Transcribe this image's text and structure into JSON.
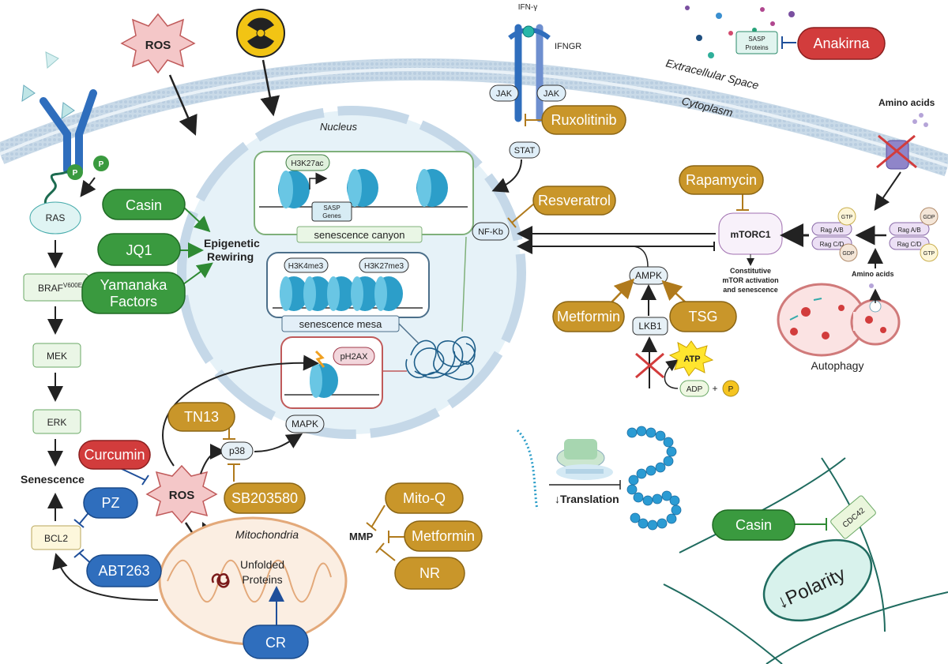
{
  "colors": {
    "gold": "#c9962a",
    "green": "#3a9a3f",
    "red": "#d23c3c",
    "blue": "#2f6ebd",
    "nucleus_fill": "#e8f3f8",
    "membrane": "#b8cfe0"
  },
  "icons": [
    "radiation-icon",
    "ros-burst-icon",
    "receptor-icon",
    "transporter-icon",
    "ribosome-icon",
    "mitochondria-icon",
    "lysosome-icon"
  ],
  "regions": {
    "extracellular": "Extracellular Space",
    "cytoplasm": "Cytoplasm",
    "nucleus": "Nucleus",
    "mitochondria": "Mitochondria",
    "autophagy": "Autophagy",
    "mmp": "MMP",
    "epigenetic": "Epigenetic Rewiring",
    "translation": "Translation",
    "polarity": "Polarity"
  },
  "stress": {
    "ros_top": "ROS",
    "ros_mito": "ROS"
  },
  "receptor": {
    "ifn": "IFN-γ",
    "ifngr": "IFNGR",
    "jak1": "JAK",
    "jak2": "JAK",
    "stat": "STAT",
    "nfkb": "NF-Kb"
  },
  "ras_path": {
    "p": "P",
    "ras": "RAS",
    "braf": "BRAF",
    "braf_sup": "V600E",
    "mek": "MEK",
    "erk": "ERK",
    "senescence": "Senescence",
    "bcl2": "BCL2"
  },
  "nucleus": {
    "h3k27ac": "H3K27ac",
    "sasp_genes": "SASP Genes",
    "canyon": "senescence canyon",
    "h3k4me3": "H3K4me3",
    "h3k27me3": "H3K27me3",
    "mesa": "senescence mesa",
    "ph2ax": "pH2AX",
    "mapk": "MAPK"
  },
  "kinases": {
    "p38": "p38",
    "ampk": "AMPK",
    "lkb1": "LKB1",
    "mtorc1": "mTORC1",
    "atp": "ATP",
    "adp": "ADP",
    "plus": "+",
    "pi": "P"
  },
  "mtor_note": [
    "Constitutive",
    "mTOR activation",
    "and senescence"
  ],
  "rag": {
    "rag_ab": "Rag A/B",
    "rag_cd": "Rag C/D",
    "gtp": "GTP",
    "gdp": "GDP",
    "amino_acids": "Amino acids"
  },
  "sasp": {
    "proteins": [
      "SASP",
      "Proteins"
    ]
  },
  "mito": {
    "unfolded": [
      "Unfolded",
      "Proteins"
    ]
  },
  "cdc42": "CDC42",
  "drugs": {
    "anakirna": "Anakirna",
    "ruxolitinib": "Ruxolitinib",
    "resveratrol": "Resveratrol",
    "rapamycin": "Rapamycin",
    "metformin_ampk": "Metformin",
    "tsg": "TSG",
    "casin_epi": "Casin",
    "jq1": "JQ1",
    "yamanaka": [
      "Yamanaka",
      "Factors"
    ],
    "tn13": "TN13",
    "sb203580": "SB203580",
    "curcumin": "Curcumin",
    "pz": "PZ",
    "abt263": "ABT263",
    "cr": "CR",
    "mitoq": "Mito-Q",
    "metformin_mmp": "Metformin",
    "nr": "NR",
    "casin_pol": "Casin"
  }
}
